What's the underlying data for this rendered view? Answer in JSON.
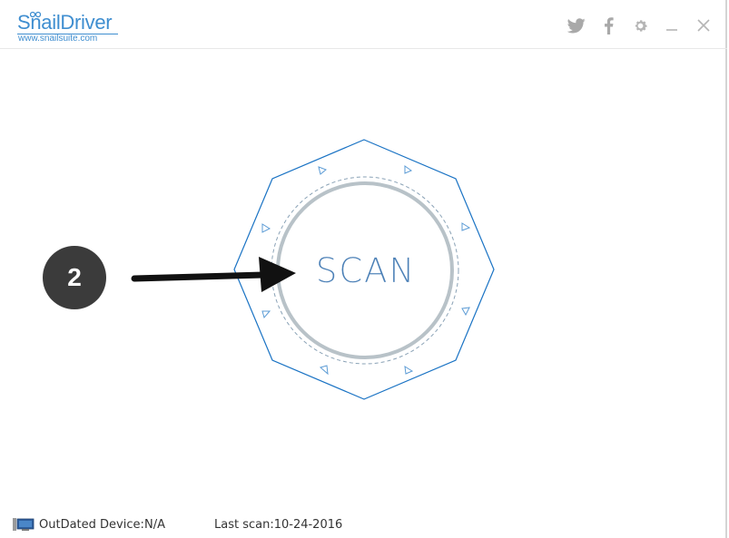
{
  "app": {
    "name": "SnailDriver",
    "url": "www.snailsuite.com"
  },
  "header": {
    "controls": [
      {
        "name": "twitter-icon"
      },
      {
        "name": "facebook-icon"
      },
      {
        "name": "gear-icon"
      },
      {
        "name": "minimize-icon"
      },
      {
        "name": "close-icon"
      }
    ]
  },
  "main": {
    "scan_label": "SCAN",
    "step_number": "2"
  },
  "status": {
    "outdated_label": "OutDated Device:",
    "outdated_value": "N/A",
    "last_scan": "Last scan:10-24-2016"
  },
  "colors": {
    "brand": "#3f8ed0",
    "octagon": "#1a73c4",
    "ring": "#b8c2c8",
    "scan_text": "#4a7fb6",
    "badge": "#3b3b3b",
    "icons": "#a9a9a9"
  }
}
